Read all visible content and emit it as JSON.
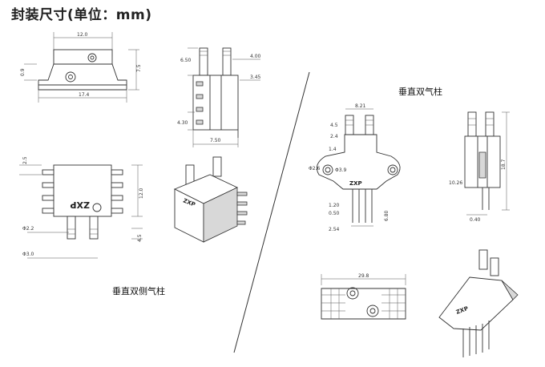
{
  "title": "封装尺寸(单位：mm)",
  "captions": {
    "left_variant": "垂直双侧气柱",
    "right_variant": "垂直双气柱"
  },
  "brand": "ZXP",
  "left_front_view": {
    "width": "12.0",
    "base_width": "17.4",
    "height": "7.5",
    "side": "0.9"
  },
  "left_side_view": {
    "top": "6.50",
    "port": "4.00",
    "step": "3.45",
    "pin": "4.30",
    "base": "7.50"
  },
  "left_top_view": {
    "pin_pitch": "2.5",
    "height": "12.0",
    "port_dia_inner": "Φ2.2",
    "port_dia_outer": "Φ3.0",
    "port_len": "4.5"
  },
  "right_front_view": {
    "port_spacing": "8.21",
    "a": "4.5",
    "b": "2.4",
    "c": "1.4",
    "d": "Φ2.6",
    "e": "Φ3.9",
    "f": "1.20",
    "g": "0.50",
    "h": "2.54",
    "i": "6.80"
  },
  "right_side_view": {
    "height": "18.7",
    "base": "10.26",
    "pin": "0.40"
  },
  "right_top_view": {
    "width": "29.8"
  }
}
